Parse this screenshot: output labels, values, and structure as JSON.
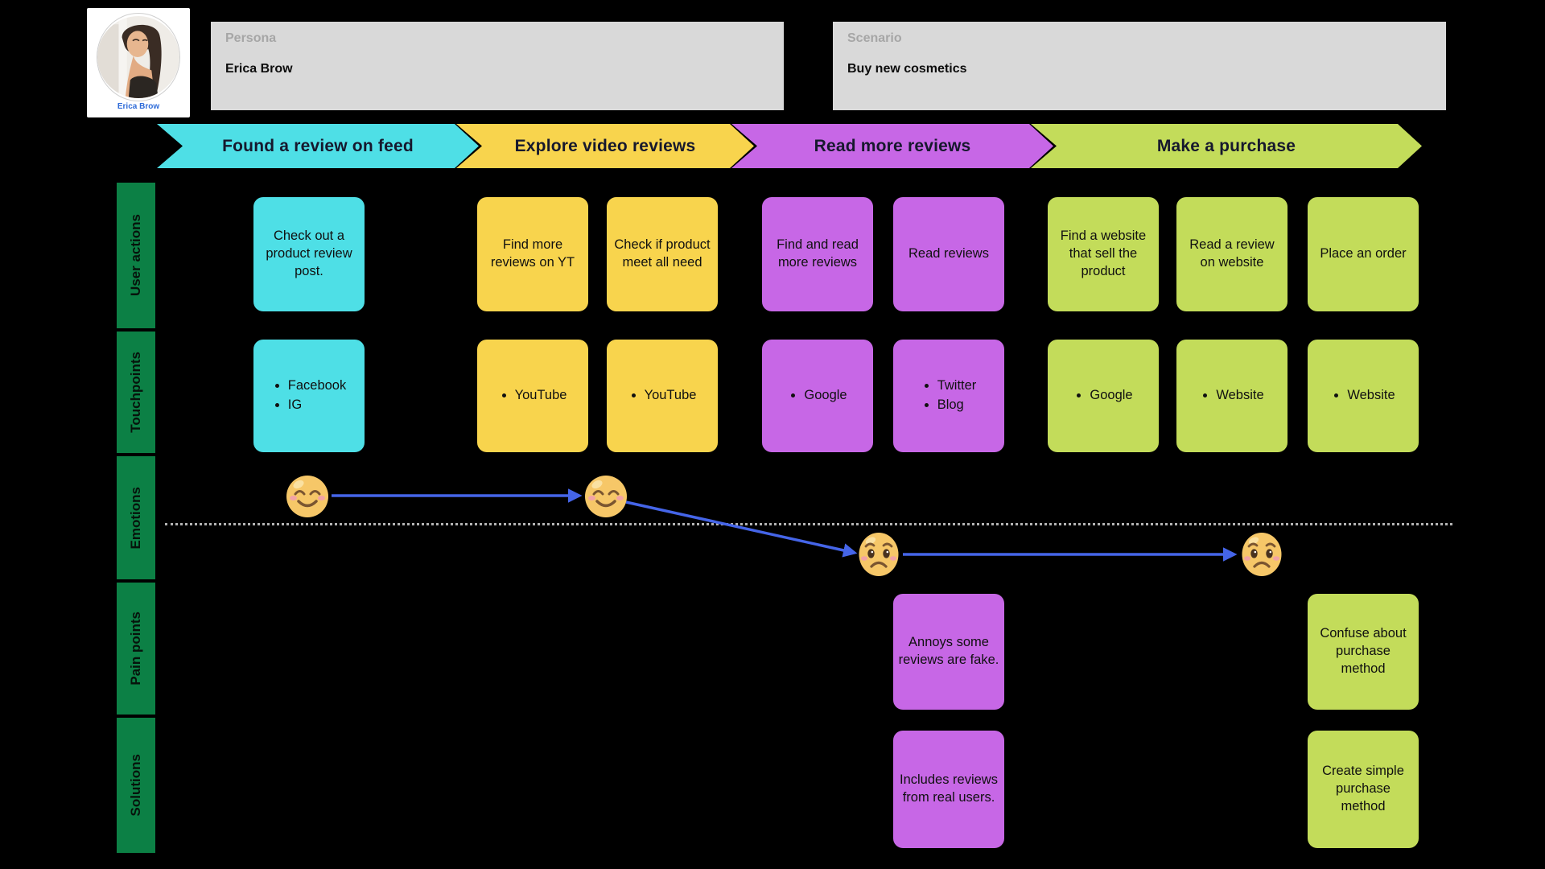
{
  "persona": {
    "label": "Persona",
    "name": "Erica Brow",
    "avatar_caption": "Erica Brow"
  },
  "scenario": {
    "label": "Scenario",
    "value": "Buy new cosmetics"
  },
  "stages": [
    {
      "label": "Found a review on feed",
      "color": "#4edfe6"
    },
    {
      "label": "Explore video reviews",
      "color": "#f8d44d"
    },
    {
      "label": "Read more reviews",
      "color": "#c767e6"
    },
    {
      "label": "Make a purchase",
      "color": "#c3dc5a"
    }
  ],
  "rows": [
    {
      "label": "User actions"
    },
    {
      "label": "Touchpoints"
    },
    {
      "label": "Emotions"
    },
    {
      "label": "Pain points"
    },
    {
      "label": "Solutions"
    }
  ],
  "user_actions": [
    {
      "text": "Check out a product review post.",
      "color": "cyan"
    },
    {
      "text": "Find more reviews on YT",
      "color": "yellow"
    },
    {
      "text": "Check if product meet all need",
      "color": "yellow"
    },
    {
      "text": "Find and read more reviews",
      "color": "purple"
    },
    {
      "text": "Read reviews",
      "color": "purple"
    },
    {
      "text": "Find a website that sell the product",
      "color": "green"
    },
    {
      "text": "Read a review on website",
      "color": "green"
    },
    {
      "text": "Place an order",
      "color": "green"
    }
  ],
  "touchpoints": [
    {
      "items": [
        "Facebook",
        "IG"
      ],
      "color": "cyan"
    },
    {
      "items": [
        "YouTube"
      ],
      "color": "yellow"
    },
    {
      "items": [
        "YouTube"
      ],
      "color": "yellow"
    },
    {
      "items": [
        "Google"
      ],
      "color": "purple"
    },
    {
      "items": [
        "Twitter",
        "Blog"
      ],
      "color": "purple"
    },
    {
      "items": [
        "Google"
      ],
      "color": "green"
    },
    {
      "items": [
        "Website"
      ],
      "color": "green"
    },
    {
      "items": [
        "Website"
      ],
      "color": "green"
    }
  ],
  "emotions": [
    {
      "state": "happy-face",
      "stage": "Found a review on feed"
    },
    {
      "state": "happy-face",
      "stage": "Explore video reviews"
    },
    {
      "state": "worried-face",
      "stage": "Read more reviews"
    },
    {
      "state": "worried-face",
      "stage": "Make a purchase"
    }
  ],
  "pain_points": [
    {
      "text": "Annoys some reviews are fake.",
      "color": "purple"
    },
    {
      "text": "Confuse about purchase method",
      "color": "green"
    }
  ],
  "solutions": [
    {
      "text": "Includes reviews from real users.",
      "color": "purple"
    },
    {
      "text": "Create simple purchase method",
      "color": "green"
    }
  ],
  "colors": {
    "cyan": "#4edfe6",
    "yellow": "#f8d44d",
    "purple": "#c767e6",
    "green": "#c3dc5a",
    "sidebar_green": "#0c8045",
    "info_card_gray": "#d9d9d9",
    "info_label_gray": "#a6a6a6",
    "connector_blue": "#4565e8",
    "background": "#000000",
    "caption_blue": "#2e6bd8"
  }
}
